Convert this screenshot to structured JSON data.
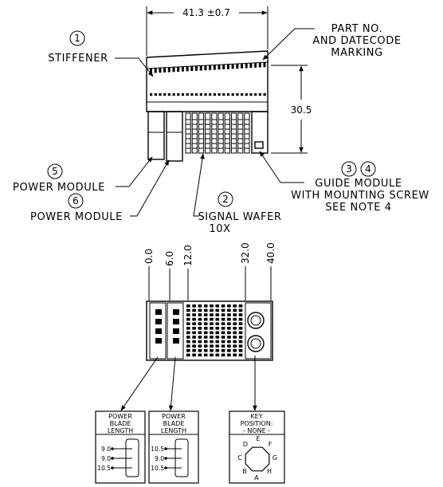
{
  "top": {
    "width_dim": "41.3 ±0.7",
    "height_dim": "30.5",
    "callouts": {
      "c1": "1",
      "c2": "2",
      "c3": "3",
      "c4": "4",
      "c5": "5",
      "c6": "6"
    },
    "stiffener": "STIFFENER",
    "part_no": [
      "PART NO.",
      "AND DATECODE",
      "MARKING"
    ],
    "guide_module": [
      "GUIDE MODULE",
      "WITH MOUNTING SCREW",
      "SEE NOTE 4"
    ],
    "power_module_5": "POWER MODULE",
    "power_module_6": "POWER MODULE",
    "signal_wafer": [
      "SIGNAL WAFER",
      "10X"
    ]
  },
  "bottom": {
    "positions": [
      "0.0",
      "6.0",
      "12.0",
      "32.0",
      "40.0"
    ],
    "blade1": {
      "title": [
        "POWER",
        "BLADE",
        "LENGTH"
      ],
      "values": [
        "9.0",
        "9.0",
        "10.5"
      ]
    },
    "blade2": {
      "title": [
        "POWER",
        "BLADE",
        "LENGTH"
      ],
      "values": [
        "10.5",
        "9.0",
        "10.5"
      ]
    },
    "key": {
      "title": [
        "KEY",
        "POSITION:",
        "- NONE -"
      ],
      "letters": [
        "A",
        "B",
        "C",
        "D",
        "E",
        "F",
        "G",
        "H"
      ]
    }
  }
}
